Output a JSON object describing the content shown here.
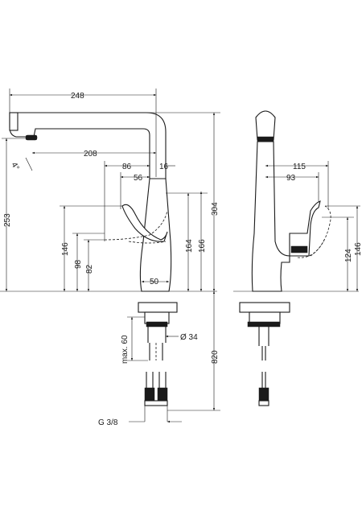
{
  "drawing": {
    "type": "faucet technical dimension drawing",
    "views": [
      "front",
      "side"
    ],
    "front_view": {
      "dimensions": {
        "spout_reach": "248",
        "spout_reach_inner": "208",
        "lever_reach": "86",
        "handle_offset": "56",
        "spout_depth": "16",
        "height_total": "304",
        "spout_height": "253",
        "lever_height_a": "146",
        "lever_height_b": "98",
        "lever_height_c": "82",
        "handle_height_a": "164",
        "handle_height_b": "166",
        "base_diameter": "50",
        "shank_length": "max. 60",
        "hole_diameter": "Ø 34",
        "hose_length": "820",
        "connection": "G 3/8",
        "spray_angle": "4°"
      }
    },
    "side_view": {
      "dimensions": {
        "lever_reach_a": "115",
        "lever_reach_b": "93",
        "lever_height_a": "124",
        "lever_height_b": "146"
      }
    }
  }
}
